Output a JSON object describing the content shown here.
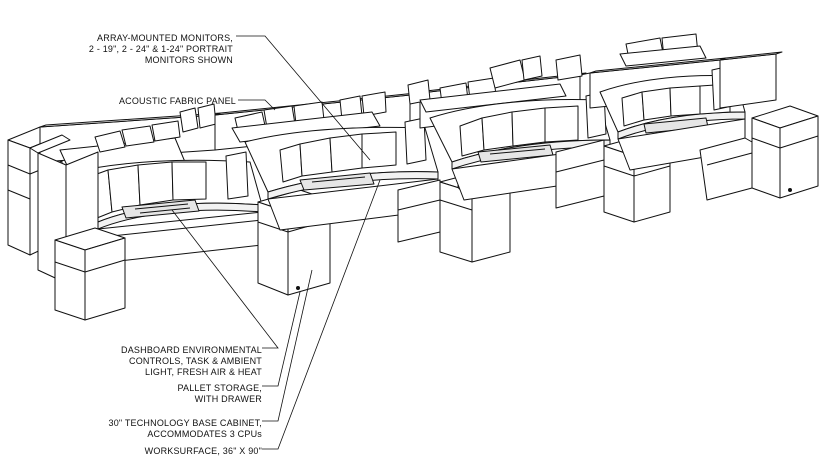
{
  "callouts": {
    "monitors": {
      "lines": [
        "ARRAY-MOUNTED MONITORS,",
        "2 - 19\", 2 - 24\" & 1-24\" PORTRAIT",
        "MONITORS SHOWN"
      ]
    },
    "panel": {
      "lines": [
        "ACOUSTIC FABRIC PANEL"
      ]
    },
    "dashboard": {
      "lines": [
        "DASHBOARD ENVIRONMENTAL",
        "CONTROLS, TASK & AMBIENT",
        "LIGHT, FRESH AIR & HEAT"
      ]
    },
    "pallet": {
      "lines": [
        "PALLET STORAGE,",
        "WITH DRAWER"
      ]
    },
    "cabinet": {
      "lines": [
        "30\" TECHNOLOGY BASE CABINET,",
        "ACCOMMODATES 3 CPUs"
      ]
    },
    "worksurface": {
      "lines": [
        "WORKSURFACE, 36\" X 90\""
      ]
    }
  },
  "colors": {
    "ink": "#111111",
    "background": "#ffffff",
    "shade": "#d9d9d9"
  }
}
